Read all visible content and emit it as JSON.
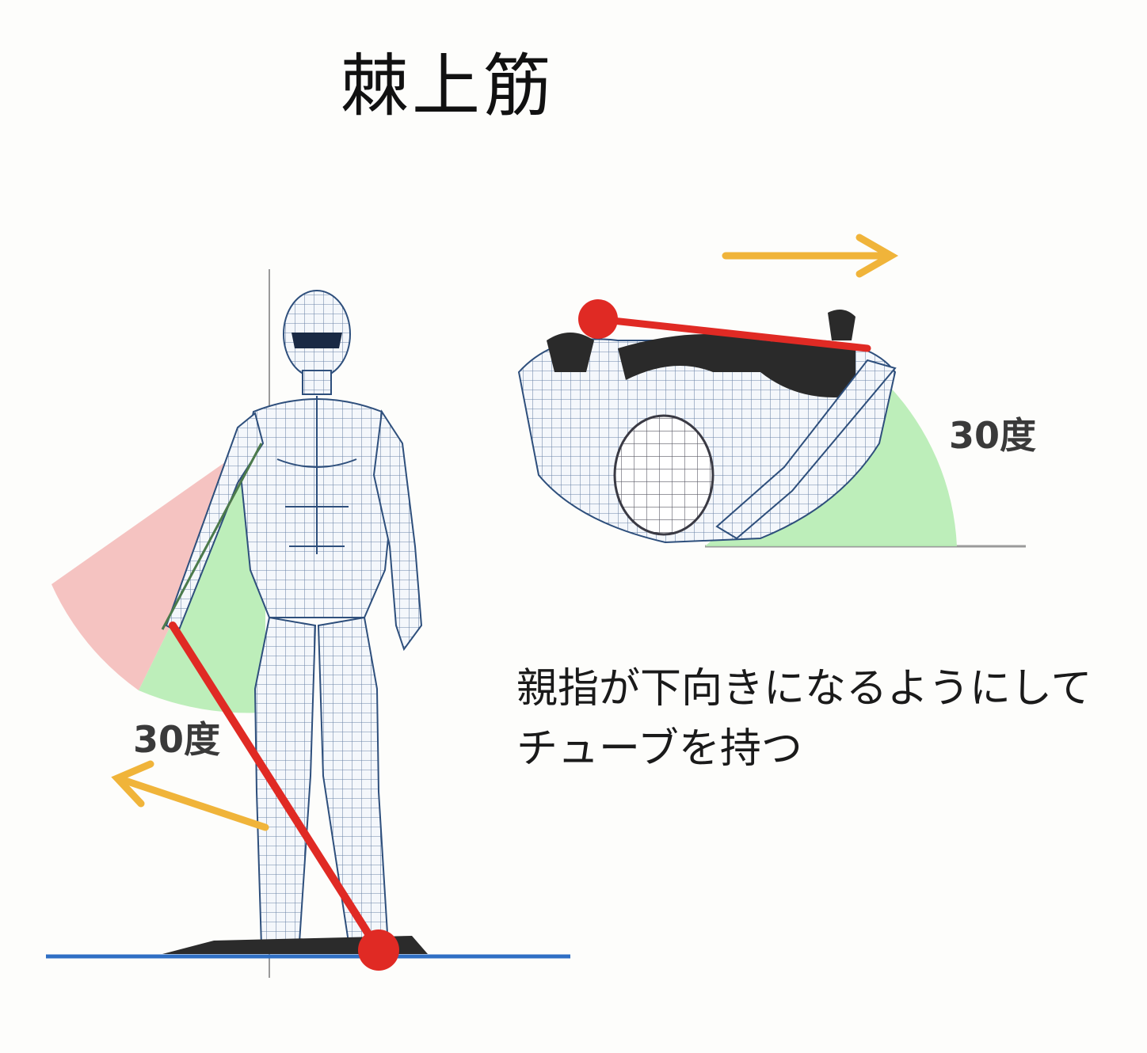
{
  "title": "棘上筋",
  "front_view": {
    "angle_label": "30度",
    "arrow_color": "#f0b43a",
    "line_color": "#e02a24",
    "ground_color": "#2f6fc4",
    "green_sector_color": "#b6ecb2",
    "red_sector_color": "#f3b9b6"
  },
  "top_view": {
    "angle_label": "30度",
    "arrow_color": "#f0b43a",
    "line_color": "#e02a24"
  },
  "instruction": {
    "line1": "親指が下向きになるようにして",
    "line2": "チューブを持つ"
  }
}
